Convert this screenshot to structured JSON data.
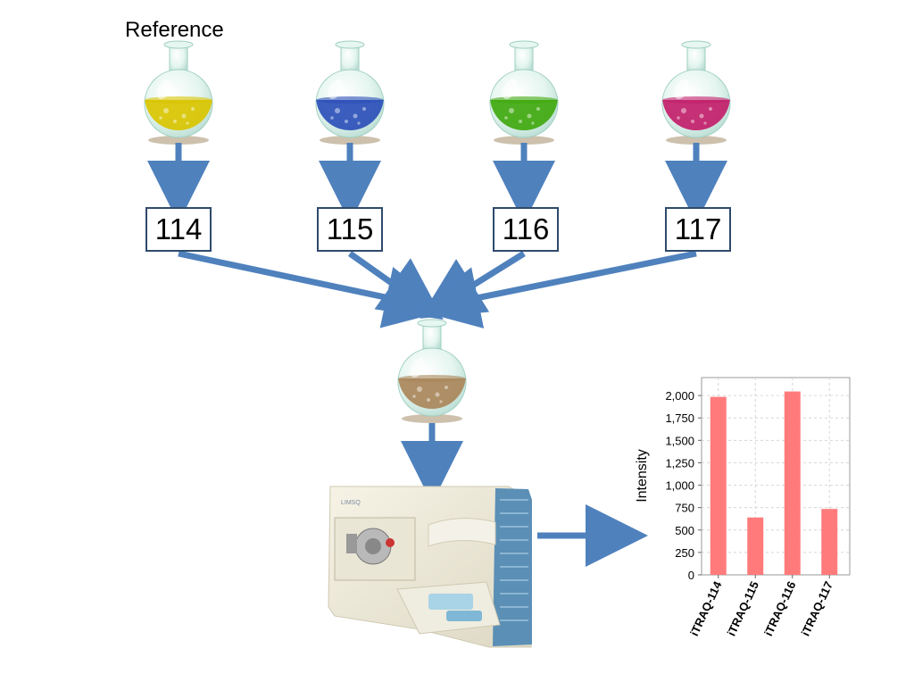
{
  "reference_label": "Reference",
  "flasks": [
    {
      "color": "#d9c400",
      "tag": "114"
    },
    {
      "color": "#2b4fb8",
      "tag": "115"
    },
    {
      "color": "#3fa80e",
      "tag": "116"
    },
    {
      "color": "#c21e6a",
      "tag": "117"
    }
  ],
  "mixed_flask_color": "#a9855a",
  "arrow_color": "#4f81bd",
  "chart_data": {
    "type": "bar",
    "categories": [
      "iTRAQ-114",
      "iTRAQ-115",
      "iTRAQ-116",
      "iTRAQ-117"
    ],
    "values": [
      1985,
      640,
      2045,
      735
    ],
    "ylabel": "Intensity",
    "yticks": [
      "0",
      "250",
      "500",
      "750",
      "1,000",
      "1,250",
      "1,500",
      "1,750",
      "2,000"
    ],
    "ylim": [
      0,
      2200
    ],
    "grid": true,
    "bar_color": "#ff7b7b"
  }
}
